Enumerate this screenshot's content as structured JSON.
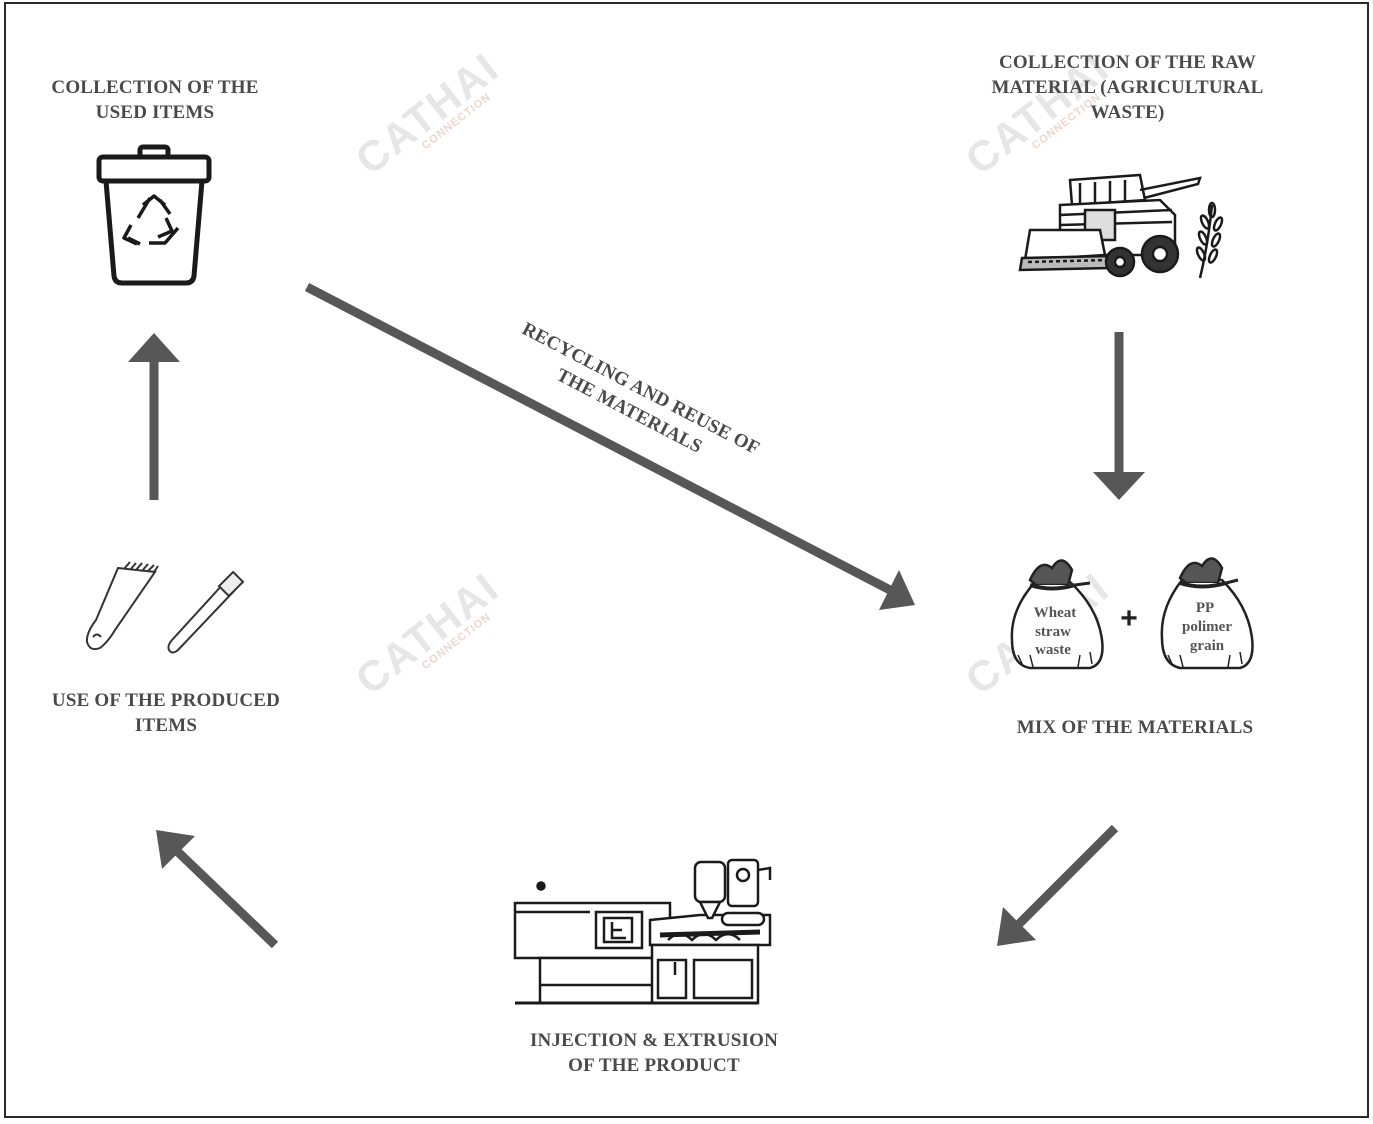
{
  "labels": {
    "collection_used": "COLLECTION OF THE\nUSED ITEMS",
    "collection_raw": "COLLECTION OF THE RAW\nMATERIAL (AGRICULTURAL\nWASTE)",
    "recycling": "RECYCLING AND REUSE OF\nTHE MATERIALS",
    "mix": "MIX OF THE MATERIALS",
    "use_produced": "USE OF THE PRODUCED\nITEMS",
    "injection": "INJECTION & EXTRUSION\nOF THE PRODUCT"
  },
  "bags": {
    "left": [
      "Wheat",
      "straw",
      "waste"
    ],
    "right": [
      "PP",
      "polimer",
      "grain"
    ],
    "plus": "+"
  },
  "watermark": {
    "brand": "CATHAI",
    "sub": "CONNECTION"
  },
  "colors": {
    "arrow": "#575757",
    "label": "#4a4a4a",
    "icon": "#1a1a1a"
  },
  "icons": [
    "recycle-bin-icon",
    "combine-harvester-icon",
    "wheat-icon",
    "comb-icon",
    "toothbrush-icon",
    "injection-machine-icon",
    "sack-icon"
  ]
}
